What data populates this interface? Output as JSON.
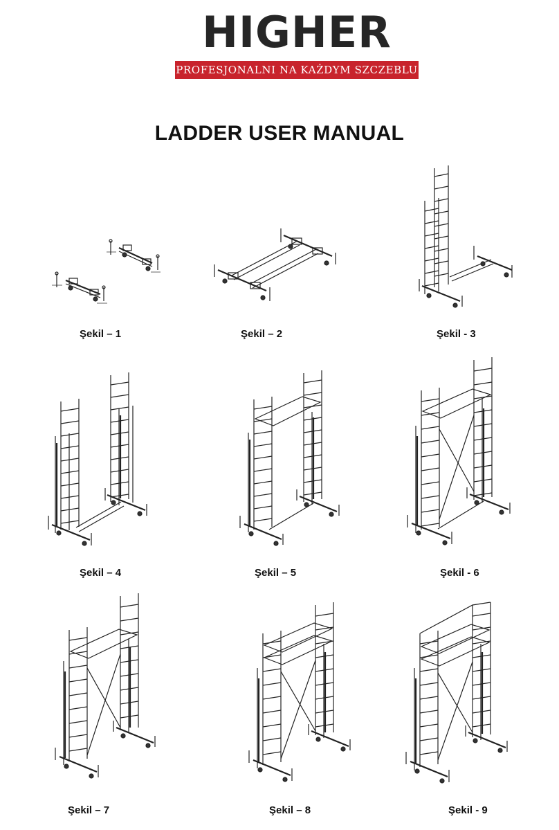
{
  "header": {
    "logo_word": "HIGHER",
    "logo_tagline": "PROFESJONALNI NA KAŻDYM SZCZEBLU",
    "brand_color": "#c8232c"
  },
  "title": "LADDER USER MANUAL",
  "figures": [
    {
      "caption": "Şekil – 1"
    },
    {
      "caption": "Şekil – 2"
    },
    {
      "caption": "Şekil - 3"
    },
    {
      "caption": "Şekil – 4"
    },
    {
      "caption": "Şekil – 5"
    },
    {
      "caption": "Şekil - 6"
    },
    {
      "caption": "Şekil – 7"
    },
    {
      "caption": "Şekil – 8"
    },
    {
      "caption": "Şekil - 9"
    }
  ]
}
